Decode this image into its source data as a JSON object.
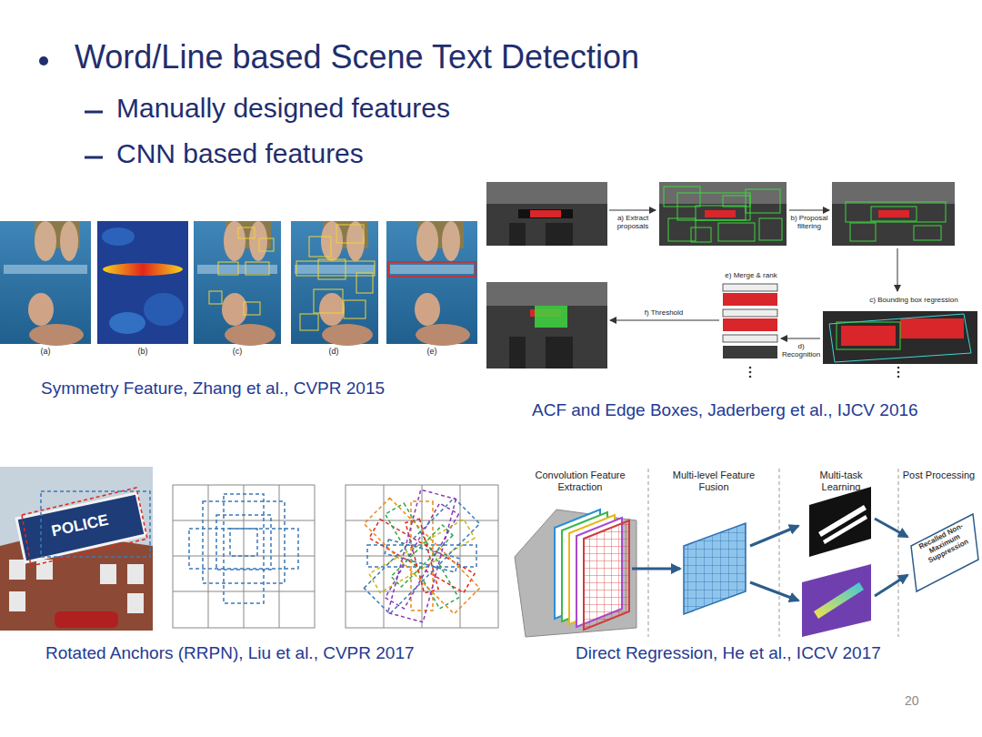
{
  "diagram": {
    "title": "Word/Line based Scene Text Detection",
    "labels": [
      "Manually designed features",
      "CNN based features",
      "(a)",
      "(b)",
      "(c)",
      "(d)",
      "(e)",
      "Symmetry Feature, Zhang et al., CVPR 2015",
      "a) Extract proposals",
      "b) Proposal filtering",
      "c) Bounding box regression",
      "d) Recognition",
      "e) Merge & rank",
      "f) Threshold",
      "ACF and Edge Boxes, Jaderberg et al., IJCV 2016",
      "POLICE",
      "Rotated Anchors (RRPN), Liu et al., CVPR 2017",
      "Convolution Feature Extraction",
      "Multi-level Feature Fusion",
      "Multi-task Learning",
      "Post Processing",
      "Recalled Non-Maximum Suppression",
      "Direct Regression, He et al., ICCV 2017",
      "20"
    ]
  }
}
